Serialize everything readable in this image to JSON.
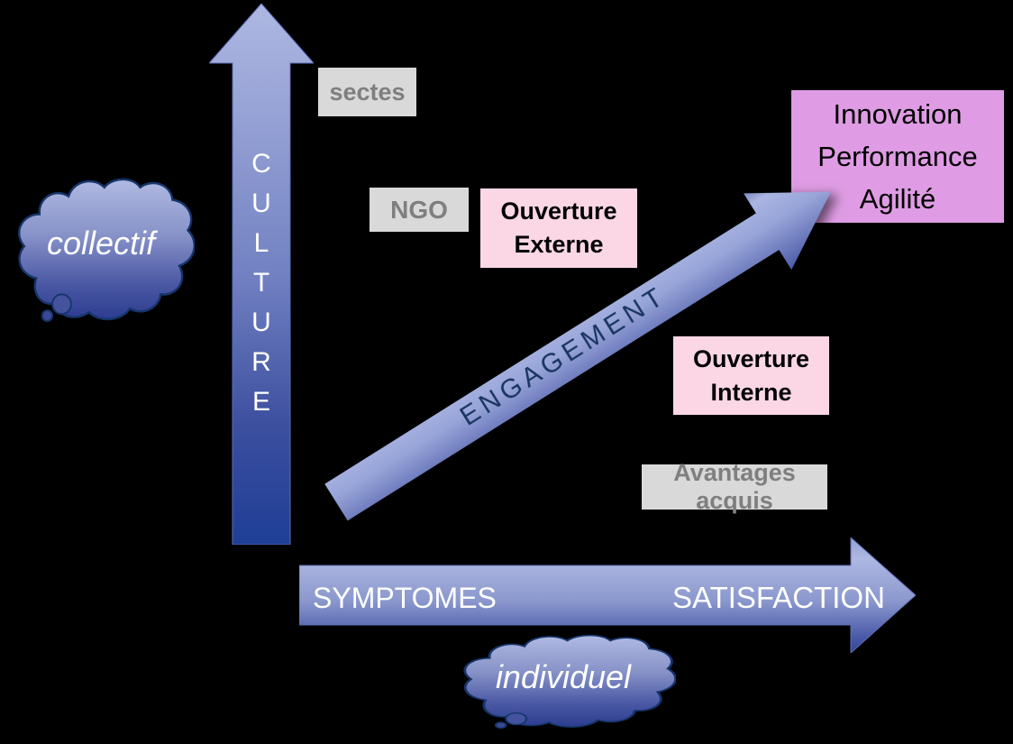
{
  "title": "Culture / Satisfaction / Engagement diagram",
  "axes": {
    "vertical": {
      "word": "CULTURE",
      "letters": [
        "C",
        "U",
        "L",
        "T",
        "U",
        "R",
        "E"
      ]
    },
    "horizontal": {
      "left_label": "SYMPTOMES",
      "right_label": "SATISFACTION"
    },
    "diagonal": {
      "label": "ENGAGEMENT"
    }
  },
  "boxes": {
    "sectes": {
      "label": "sectes"
    },
    "ngo": {
      "label": "NGO"
    },
    "avantages_acquis": {
      "label": "Avantages acquis"
    },
    "ouverture_externe": {
      "line1": "Ouverture",
      "line2": "Externe"
    },
    "ouverture_interne": {
      "line1": "Ouverture",
      "line2": "Interne"
    },
    "innovation": {
      "line1": "Innovation",
      "line2": "Performance",
      "line3": "Agilité"
    }
  },
  "clouds": {
    "collectif": {
      "label": "collectif"
    },
    "individuel": {
      "label": "individuel"
    }
  },
  "colors": {
    "background": "#000000",
    "arrow-light": "#aeb8e2",
    "arrow-mid": "#8b98cd",
    "arrow-dark": "#1e3e96",
    "diagonal-text": "#1a3560",
    "gray-box-bg": "#d9d9d9",
    "gray-box-text": "#7f7f7f",
    "pink-box-bg": "#fbd7e6",
    "innovation-bg": "#df9ce4",
    "cloud-outline": "#16356b",
    "cloud-dark": "#2c3c8f"
  }
}
